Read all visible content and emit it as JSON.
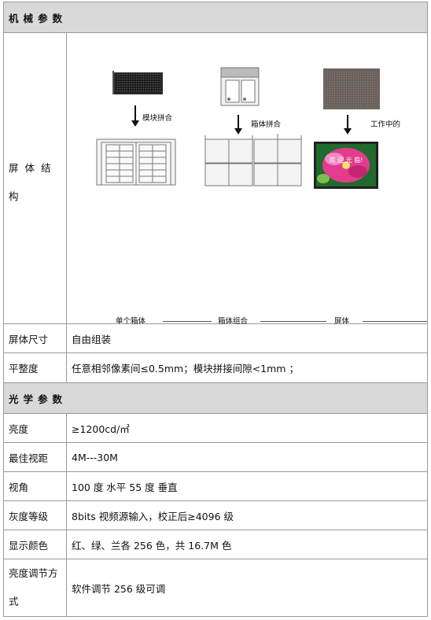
{
  "mech_header": "机械参数",
  "structure": {
    "label": "屏体结构",
    "captions": {
      "module_join": "模块拼合",
      "cabinet_join": "箱体拼合",
      "working": "工作中的"
    },
    "screen_text": "欢 迎 光 临!",
    "bottom_labels": {
      "single_cabinet": "单个箱体",
      "cabinet_combo": "箱体组合",
      "screen": "屏体"
    }
  },
  "mech_rows": [
    {
      "label": "屏体尺寸",
      "value": "自由组装"
    },
    {
      "label": "平整度",
      "value": "任意相邻像素间≤0.5mm；模块拼接间隙<1mm  ；"
    }
  ],
  "optical_header": "光学参数",
  "optical_rows": [
    {
      "label": "亮度",
      "value": "≥1200cd/㎡"
    },
    {
      "label": "最佳视距",
      "value": "4M---30M"
    },
    {
      "label": "视角",
      "value": "100 度  水平   55 度  垂直"
    },
    {
      "label": "灰度等级",
      "value": "8bits 视频源输入，校正后≥4096 级"
    },
    {
      "label": "显示颜色",
      "value": "红、绿、兰各 256 色，共 16.7M 色"
    },
    {
      "label": "亮度调节方式",
      "value": "软件调节 256 级可调"
    }
  ]
}
